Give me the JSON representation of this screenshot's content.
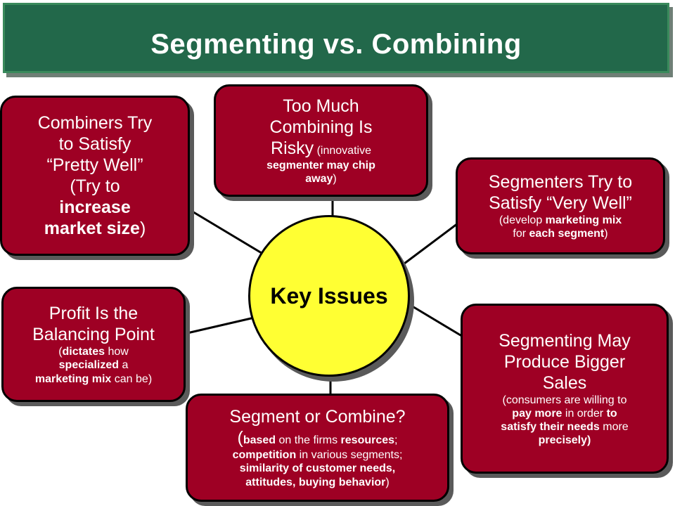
{
  "title": "Segmenting vs. Combining",
  "hub": {
    "label": "Key Issues"
  },
  "combiners": {
    "line1": "Combiners Try",
    "line2": "to Satisfy",
    "line3": "“Pretty Well”",
    "line4": "(Try to",
    "line5": "increase",
    "line6": "market size",
    "line6_close": ")"
  },
  "risky": {
    "line1": "Too Much",
    "line2": "Combining Is",
    "line3": "Risky",
    "line3_note": "(innovative",
    "line4": "segmenter may chip",
    "line5": "away",
    "line5_close": ")"
  },
  "segmenters": {
    "line1": "Segmenters Try to",
    "line2": "Satisfy “Very Well”",
    "note_open": "(develop ",
    "note_bold1": "marketing mix",
    "note_mid": "for ",
    "note_bold2": "each segment",
    "note_close": ")"
  },
  "profit": {
    "line1": "Profit Is the",
    "line2": "Balancing Point",
    "note_open": "(",
    "note_bold1": "dictates",
    "note_text1": " how",
    "note_bold2": "specialized",
    "note_text2": " a",
    "note_bold3": "marketing mix",
    "note_text3": " can be)"
  },
  "sales": {
    "line1": "Segmenting May",
    "line2": "Produce Bigger",
    "line3": "Sales",
    "note1": "(consumers are willing to",
    "note2_bold1": "pay more",
    "note2_text": " in order ",
    "note2_bold2": "to",
    "note3_bold": "satisfy their needs",
    "note3_text": " more",
    "note4_bold": "precisely)"
  },
  "segment": {
    "line1": "Segment or Combine?",
    "open": "(",
    "bold1": "based",
    "text1": " on the firms ",
    "bold2": "resources",
    "text2": ";",
    "bold3": "competition",
    "text3": " in various segments;",
    "bold4": "similarity of customer needs,",
    "bold5": "attitudes, buying behavior",
    "close": ")"
  }
}
